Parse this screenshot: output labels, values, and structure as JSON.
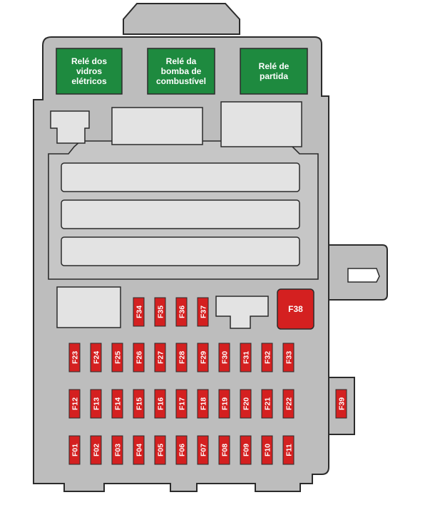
{
  "colors": {
    "housing": "#bdbdbd",
    "component": "#e3e3e3",
    "outline": "#2b2b2b",
    "relay": "#1e8a3f",
    "fuse": "#d42020"
  },
  "relays": {
    "power_windows": {
      "lines": [
        "Relé dos",
        "vidros",
        "elétricos"
      ]
    },
    "fuel_pump": {
      "lines": [
        "Relé da",
        "bomba de",
        "combustível"
      ]
    },
    "starter": {
      "lines": [
        "Relé de",
        "partida"
      ]
    }
  },
  "fuses": {
    "row_top": [
      "F34",
      "F35",
      "F36",
      "F37"
    ],
    "row_1": [
      "F23",
      "F24",
      "F25",
      "F26",
      "F27",
      "F28",
      "F29",
      "F30",
      "F31",
      "F32",
      "F33"
    ],
    "row_2": [
      "F12",
      "F13",
      "F14",
      "F15",
      "F16",
      "F17",
      "F18",
      "F19",
      "F20",
      "F21",
      "F22"
    ],
    "row_3": [
      "F01",
      "F02",
      "F03",
      "F04",
      "F05",
      "F06",
      "F07",
      "F08",
      "F09",
      "F10",
      "F11"
    ],
    "big": "F38",
    "side": "F39"
  }
}
